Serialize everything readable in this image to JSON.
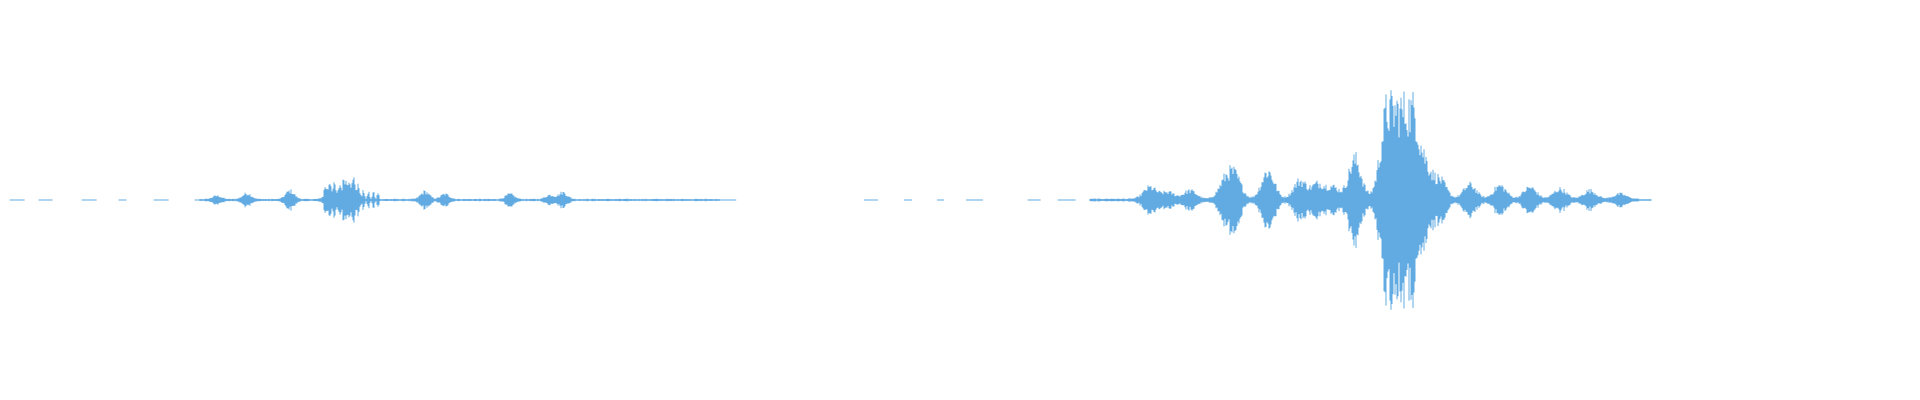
{
  "waveform": {
    "color": "#62abe2",
    "background": "#ffffff",
    "channels": 1,
    "segments": [
      {
        "start": 0.005,
        "end": 0.385,
        "peak": 0.11
      },
      {
        "start": 0.45,
        "end": 0.515,
        "peak": 0.01
      },
      {
        "start": 0.53,
        "end": 0.86,
        "peak": 1.0
      }
    ]
  }
}
